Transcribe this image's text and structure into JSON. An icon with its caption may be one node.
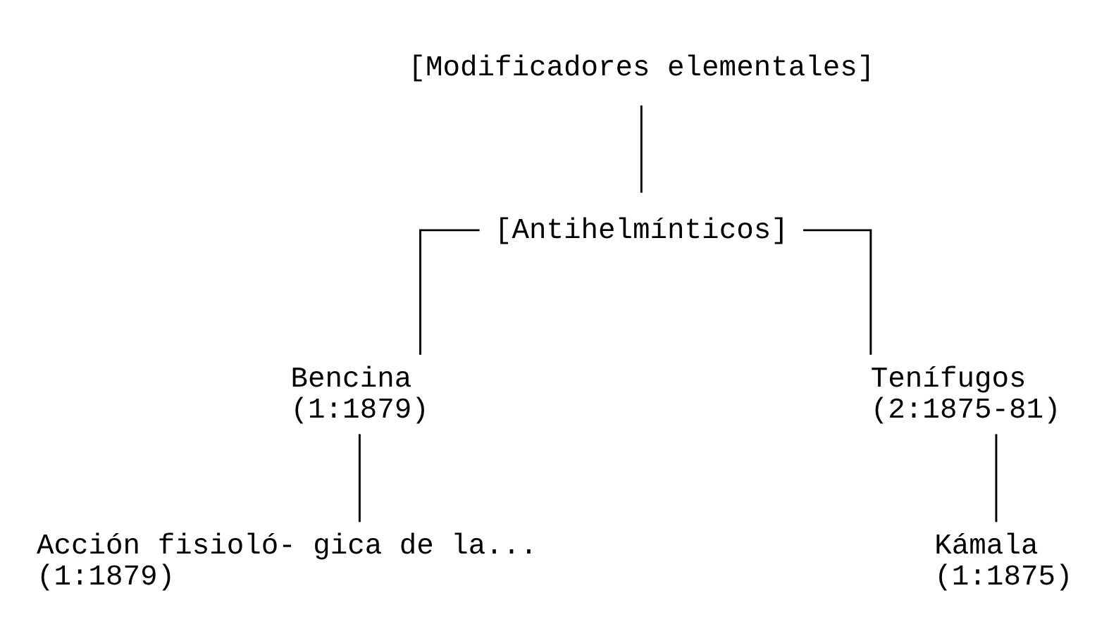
{
  "diagram": {
    "nodes": [
      {
        "text": [
          "[Modificadores elementales]"
        ]
      },
      {
        "text": [
          "[Antihelmínticos]"
        ]
      },
      {
        "text": [
          "Bencina",
          "(1:1879)"
        ]
      },
      {
        "text": [
          "Tenífugos",
          "(2:1875-81)"
        ]
      },
      {
        "text": [
          "Acción fisioló- gica de la...",
          "(1:1879)"
        ]
      },
      {
        "text": [
          "Kámala",
          "(1:1875)"
        ]
      }
    ],
    "edges": [
      {
        "from": 0,
        "to": 1,
        "arrow": "none"
      },
      {
        "from": 1,
        "to": 2,
        "arrow": "none"
      },
      {
        "from": 1,
        "to": 3,
        "arrow": "none"
      },
      {
        "from": 2,
        "to": 4,
        "arrow": "none"
      },
      {
        "from": 3,
        "to": 5,
        "arrow": "none"
      }
    ]
  }
}
